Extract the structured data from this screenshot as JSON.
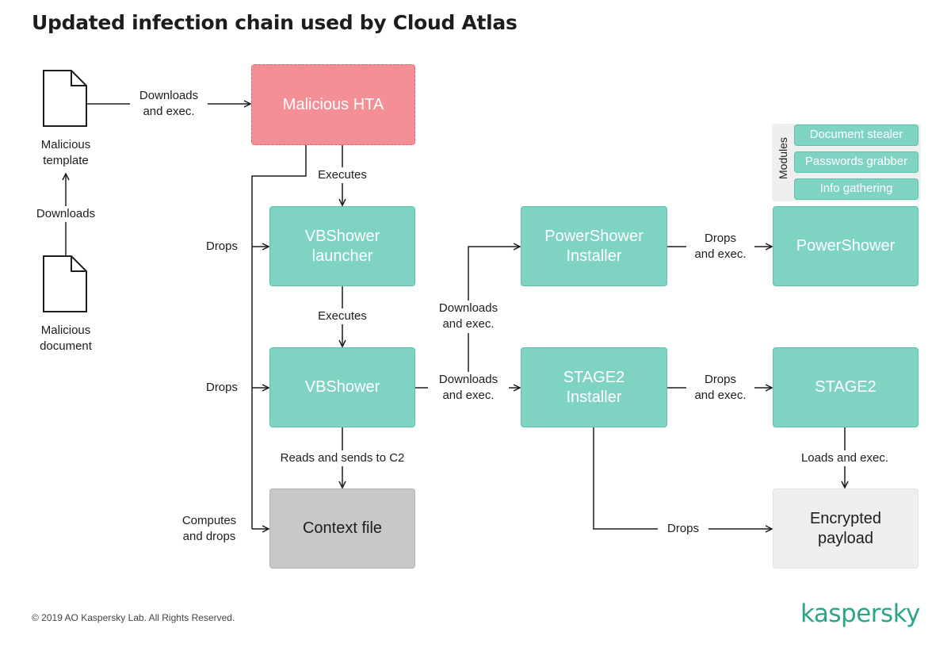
{
  "title": "Updated infection chain used by Cloud Atlas",
  "nodes": {
    "malicious_template": "Malicious\ntemplate",
    "malicious_document": "Malicious\ndocument",
    "malicious_hta": "Malicious HTA",
    "vbshower_launcher": "VBShower\nlauncher",
    "vbshower": "VBShower",
    "context_file": "Context file",
    "powershower_installer": "PowerShower\nInstaller",
    "stage2_installer": "STAGE2\nInstaller",
    "powershower": "PowerShower",
    "stage2": "STAGE2",
    "encrypted_payload": "Encrypted\npayload"
  },
  "modules": {
    "label": "Modules",
    "items": [
      "Document stealer",
      "Passwords grabber",
      "Info gathering"
    ]
  },
  "edges": {
    "doc_to_template": "Downloads",
    "template_to_hta": "Downloads\nand exec.",
    "hta_to_launcher": "Executes",
    "launcher_to_vbshower": "Executes",
    "drops_launcher": "Drops",
    "drops_vbshower": "Drops",
    "computes_drops": "Computes\nand drops",
    "vbshower_to_context": "Reads and sends to C2",
    "vbshower_to_ps_installer": "Downloads\nand exec.",
    "vbshower_to_stage2_installer": "Downloads\nand exec.",
    "ps_installer_to_ps": "Drops\nand exec.",
    "stage2_installer_to_stage2": "Drops\nand exec.",
    "stage2_to_payload": "Loads and exec.",
    "stage2_installer_to_payload": "Drops"
  },
  "footer": "© 2019 AO Kaspersky Lab. All Rights Reserved.",
  "logo": "kaspersky",
  "colors": {
    "teal": "#7fd3c3",
    "red": "#f58f96",
    "grey": "#c8c8ca",
    "light": "#efefef",
    "brand": "#2ba48a"
  }
}
